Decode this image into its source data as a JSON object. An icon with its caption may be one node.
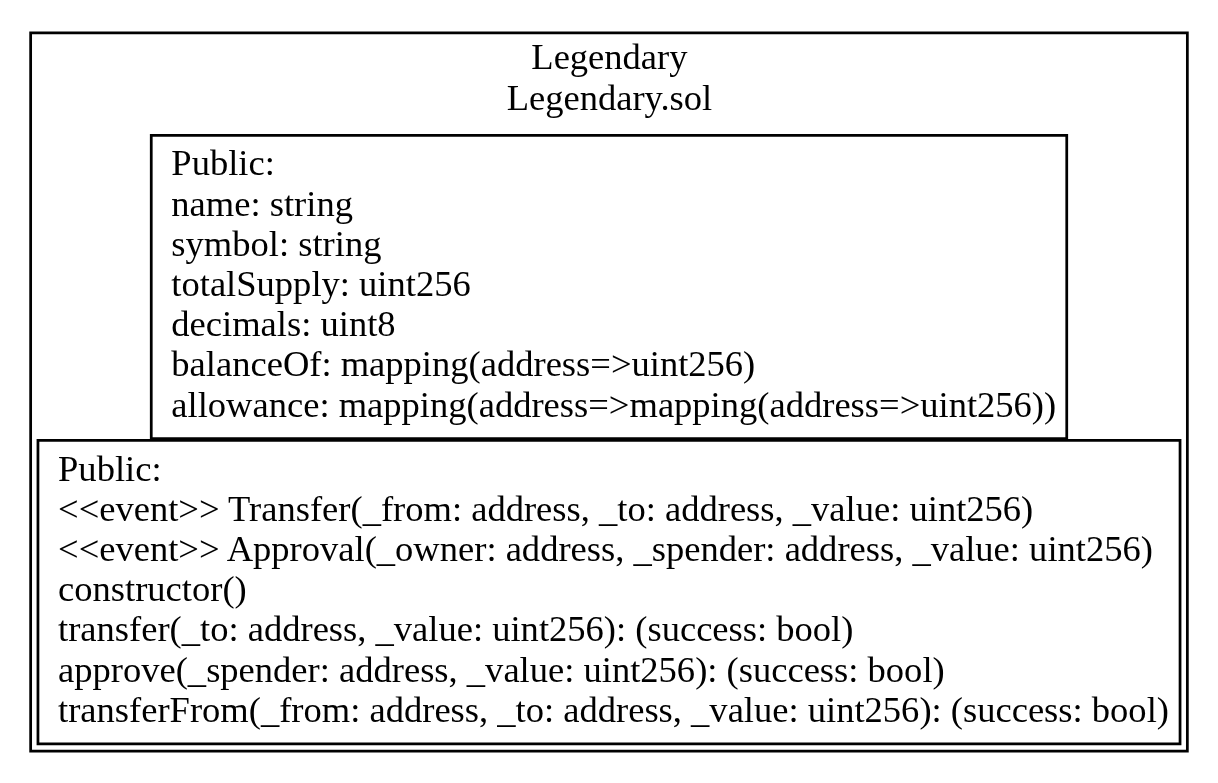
{
  "diagram": {
    "nodes": [
      {
        "text": [
          "Legendary",
          "Legendary.sol"
        ]
      },
      {
        "text": [
          "Public:",
          "name: string",
          "symbol: string",
          "totalSupply: uint256",
          "decimals: uint8",
          "balanceOf: mapping(address=>uint256)",
          "allowance: mapping(address=>mapping(address=>uint256))"
        ],
        "in": 0
      },
      {
        "text": [
          "Public:",
          "<<event>> Transfer(_from: address, _to: address, _value: uint256)",
          "<<event>> Approval(_owner: address, _spender: address, _value: uint256)",
          "constructor()",
          "transfer(_to: address, _value: uint256): (success: bool)",
          "approve(_spender: address, _value: uint256): (success: bool)",
          "transferFrom(_from: address, _to: address, _value: uint256): (success: bool)"
        ],
        "in": 0
      }
    ],
    "edges": []
  }
}
